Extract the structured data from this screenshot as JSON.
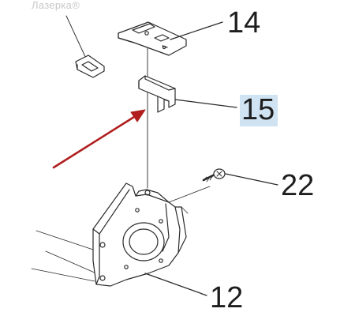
{
  "watermark": "Лазерка®",
  "callouts": {
    "part_14": "14",
    "part_15": "15",
    "part_22": "22",
    "part_12": "12"
  },
  "highlighted_part": "15",
  "colors": {
    "line": "#2a2a2a",
    "arrow": "#b01e1e",
    "highlight": "#cfe3f3"
  }
}
